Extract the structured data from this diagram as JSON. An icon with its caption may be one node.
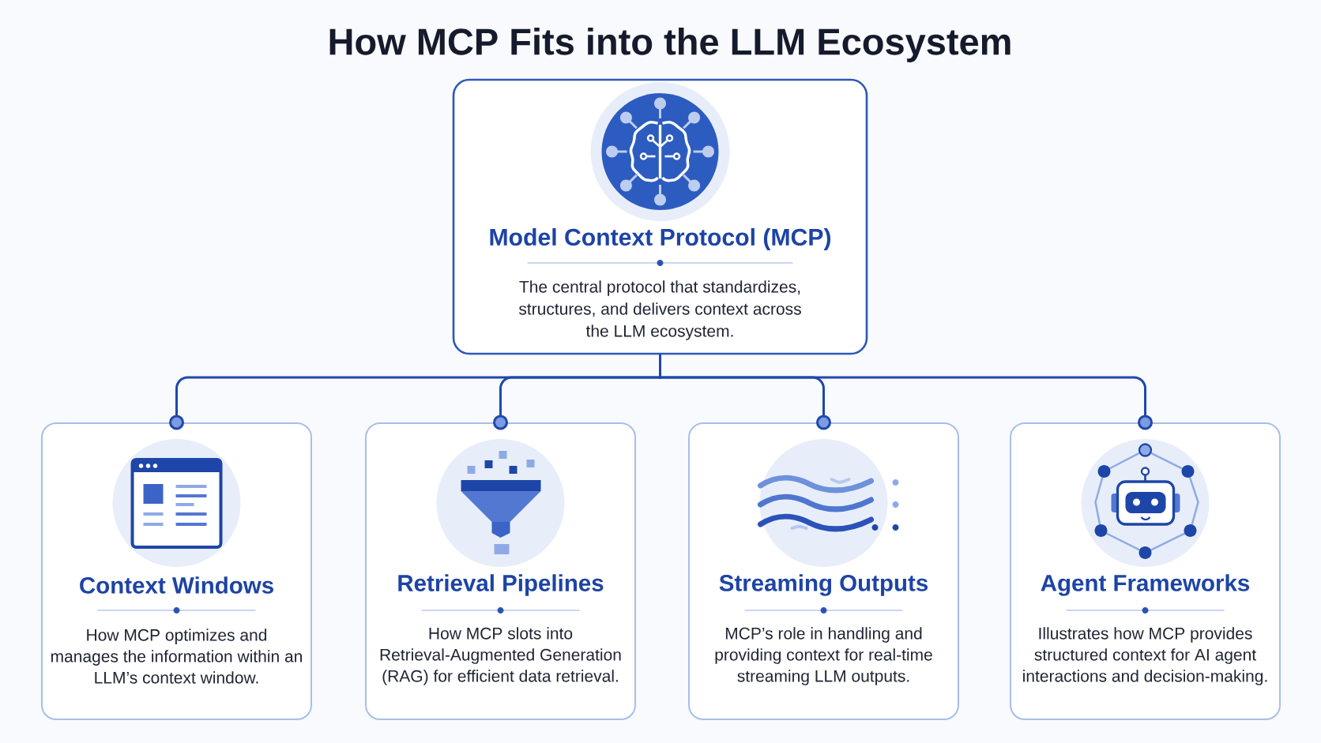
{
  "diagram": {
    "title": "How MCP Fits into the LLM Ecosystem",
    "nodes": [
      {
        "text": [
          "Model Context Protocol (MCP)",
          "The central protocol that standardizes, structures, and delivers context across the LLM ecosystem."
        ]
      },
      {
        "text": [
          "Context Windows",
          "How MCP optimizes and manages the information within an LLM’s context window."
        ]
      },
      {
        "text": [
          "Retrieval Pipelines",
          "How MCP slots into Retrieval-Augmented Generation (RAG) for efficient data retrieval."
        ]
      },
      {
        "text": [
          "Streaming Outputs",
          "MCP’s role in handling and providing context for real-time streaming LLM outputs."
        ]
      },
      {
        "text": [
          "Agent Frameworks",
          "Illustrates how MCP provides structured context for AI agent interactions and decision-making."
        ]
      }
    ],
    "edges": [
      {
        "from": 0,
        "to": 1,
        "arrow": "other"
      },
      {
        "from": 0,
        "to": 2,
        "arrow": "other"
      },
      {
        "from": 0,
        "to": 3,
        "arrow": "other"
      },
      {
        "from": 0,
        "to": 4,
        "arrow": "other"
      }
    ]
  }
}
